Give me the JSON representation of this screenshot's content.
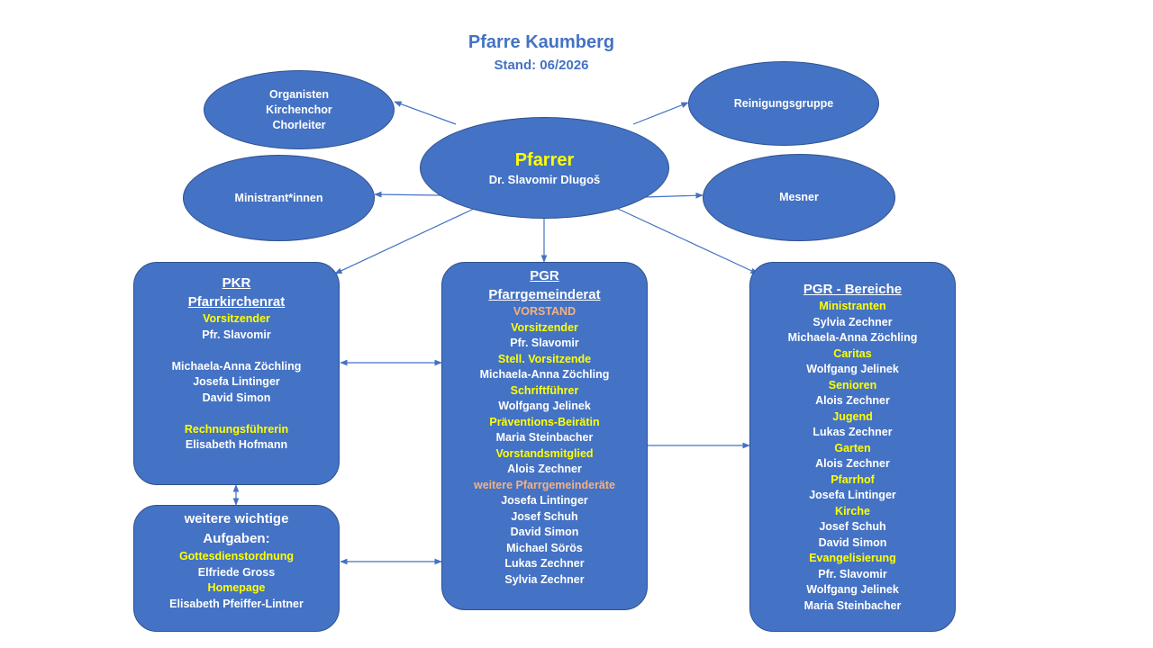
{
  "title": "Pfarre Kaumberg",
  "subtitle": "Stand: 06/2026",
  "ellipses": {
    "organisten": [
      "Organisten",
      "Kirchenchor",
      "Chorleiter"
    ],
    "reinigung": "Reinigungsgruppe",
    "ministranten": "Ministrant*innen",
    "mesner": "Mesner",
    "pfarrer": {
      "title": "Pfarrer",
      "name": "Dr. Slavomir Dlugoš"
    }
  },
  "pkr": {
    "abbr": "PKR",
    "title": "Pfarrkirchenrat",
    "lines": [
      {
        "t": "Vorsitzender",
        "k": "role"
      },
      {
        "t": "Pfr. Slavomir",
        "k": "plain"
      },
      {
        "t": "",
        "k": "plain"
      },
      {
        "t": "Michaela-Anna Zöchling",
        "k": "plain"
      },
      {
        "t": "Josefa Lintinger",
        "k": "plain"
      },
      {
        "t": "David Simon",
        "k": "plain"
      },
      {
        "t": "",
        "k": "plain"
      },
      {
        "t": "Rechnungsführerin",
        "k": "role"
      },
      {
        "t": "Elisabeth Hofmann",
        "k": "plain"
      }
    ]
  },
  "weitere": {
    "title_lines": [
      "weitere wichtige",
      "Aufgaben:"
    ],
    "lines": [
      {
        "t": "Gottesdienstordnung",
        "k": "role"
      },
      {
        "t": "Elfriede Gross",
        "k": "plain"
      },
      {
        "t": "Homepage",
        "k": "role"
      },
      {
        "t": "Elisabeth Pfeiffer-Lintner",
        "k": "plain"
      }
    ]
  },
  "pgr": {
    "abbr": "PGR",
    "title": "Pfarrgemeinderat",
    "lines": [
      {
        "t": "VORSTAND",
        "k": "group"
      },
      {
        "t": "Vorsitzender",
        "k": "role"
      },
      {
        "t": "Pfr. Slavomir",
        "k": "plain"
      },
      {
        "t": "Stell. Vorsitzende",
        "k": "role"
      },
      {
        "t": "Michaela-Anna Zöchling",
        "k": "plain"
      },
      {
        "t": "Schriftführer",
        "k": "role"
      },
      {
        "t": "Wolfgang Jelinek",
        "k": "plain"
      },
      {
        "t": "Präventions-Beirätin",
        "k": "role"
      },
      {
        "t": "Maria Steinbacher",
        "k": "plain"
      },
      {
        "t": "Vorstandsmitglied",
        "k": "role"
      },
      {
        "t": "Alois Zechner",
        "k": "plain"
      },
      {
        "t": "weitere Pfarrgemeinderäte",
        "k": "group"
      },
      {
        "t": "Josefa Lintinger",
        "k": "plain"
      },
      {
        "t": "Josef Schuh",
        "k": "plain"
      },
      {
        "t": "David Simon",
        "k": "plain"
      },
      {
        "t": "Michael Sörös",
        "k": "plain"
      },
      {
        "t": "Lukas Zechner",
        "k": "plain"
      },
      {
        "t": "Sylvia Zechner",
        "k": "plain"
      }
    ]
  },
  "bereiche": {
    "title": "PGR - Bereiche",
    "lines": [
      {
        "t": "Ministranten",
        "k": "role"
      },
      {
        "t": "Sylvia Zechner",
        "k": "plain"
      },
      {
        "t": "Michaela-Anna Zöchling",
        "k": "plain"
      },
      {
        "t": "Caritas",
        "k": "role"
      },
      {
        "t": "Wolfgang Jelinek",
        "k": "plain"
      },
      {
        "t": "Senioren",
        "k": "role"
      },
      {
        "t": "Alois Zechner",
        "k": "plain"
      },
      {
        "t": "Jugend",
        "k": "role"
      },
      {
        "t": "Lukas Zechner",
        "k": "plain"
      },
      {
        "t": "Garten",
        "k": "role"
      },
      {
        "t": "Alois Zechner",
        "k": "plain"
      },
      {
        "t": "Pfarrhof",
        "k": "role"
      },
      {
        "t": "Josefa Lintinger",
        "k": "plain"
      },
      {
        "t": "Kirche",
        "k": "role"
      },
      {
        "t": "Josef Schuh",
        "k": "plain"
      },
      {
        "t": "David Simon",
        "k": "plain"
      },
      {
        "t": "Evangelisierung",
        "k": "role"
      },
      {
        "t": "Pfr. Slavomir",
        "k": "plain"
      },
      {
        "t": "Wolfgang Jelinek",
        "k": "plain"
      },
      {
        "t": "Maria Steinbacher",
        "k": "plain"
      }
    ]
  },
  "colors": {
    "fill": "#4472c4",
    "outline": "#2f528f",
    "highlight": "#ffff00",
    "group_label": "#f4b183",
    "title": "#4472c4"
  }
}
